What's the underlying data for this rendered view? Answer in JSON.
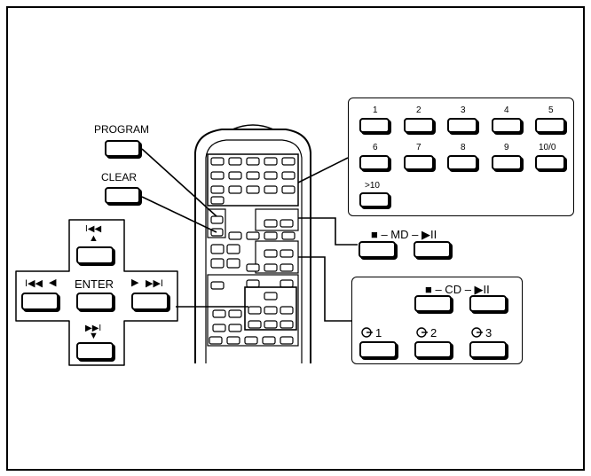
{
  "labels": {
    "program": "PROGRAM",
    "clear": "CLEAR",
    "enter": "ENTER",
    "skip_up_icon": "▲",
    "skip_back_icon": "◀",
    "skip_fwd_icon": "▶",
    "skip_down_icon": "▼",
    "prev_mark": "I◀◀",
    "next_mark": "▶▶I"
  },
  "number_pad": {
    "row1": [
      "1",
      "2",
      "3",
      "4",
      "5"
    ],
    "row2": [
      "6",
      "7",
      "8",
      "9",
      "10/0"
    ],
    "row3": [
      ">10"
    ]
  },
  "md_group": {
    "label": "■ – MD – ▶II"
  },
  "cd_group": {
    "label": "■ – CD – ▶II",
    "disc_labels": [
      "1",
      "2",
      "3"
    ]
  }
}
